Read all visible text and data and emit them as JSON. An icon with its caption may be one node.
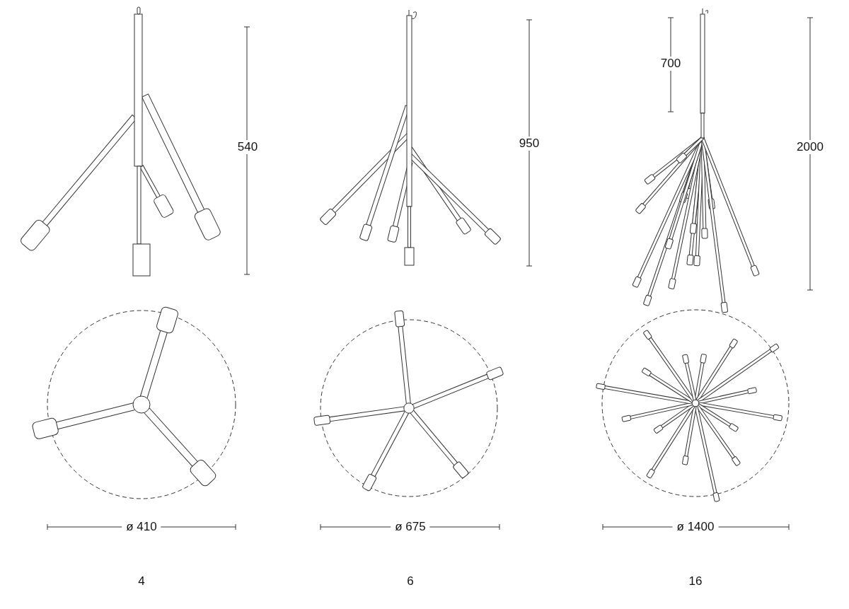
{
  "diagram": {
    "labels": [
      "540",
      "950",
      "700",
      "2000",
      "ø 410",
      "ø 675",
      "ø 1400",
      "4",
      "6",
      "16"
    ]
  }
}
